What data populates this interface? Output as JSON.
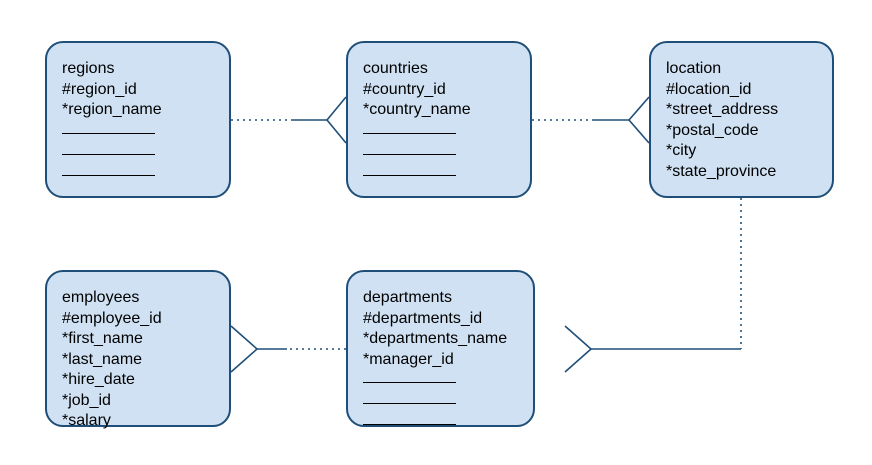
{
  "entities": {
    "regions": {
      "name": "regions",
      "attributes": [
        "#region_id",
        "*region_name"
      ]
    },
    "countries": {
      "name": "countries",
      "attributes": [
        "#country_id",
        "*country_name"
      ]
    },
    "location": {
      "name": "location",
      "attributes": [
        "#location_id",
        "*street_address",
        "*postal_code",
        "*city",
        "*state_province"
      ]
    },
    "employees": {
      "name": "employees",
      "attributes": [
        "#employee_id",
        "*first_name",
        "*last_name",
        "*hire_date",
        "*job_id",
        "*salary"
      ]
    },
    "departments": {
      "name": "departments",
      "attributes": [
        "#departments_id",
        "*departments_name",
        "*manager_id"
      ]
    }
  },
  "colors": {
    "entity_fill": "#cfe1f2",
    "entity_border": "#1f4e79",
    "line": "#1f4e79"
  }
}
